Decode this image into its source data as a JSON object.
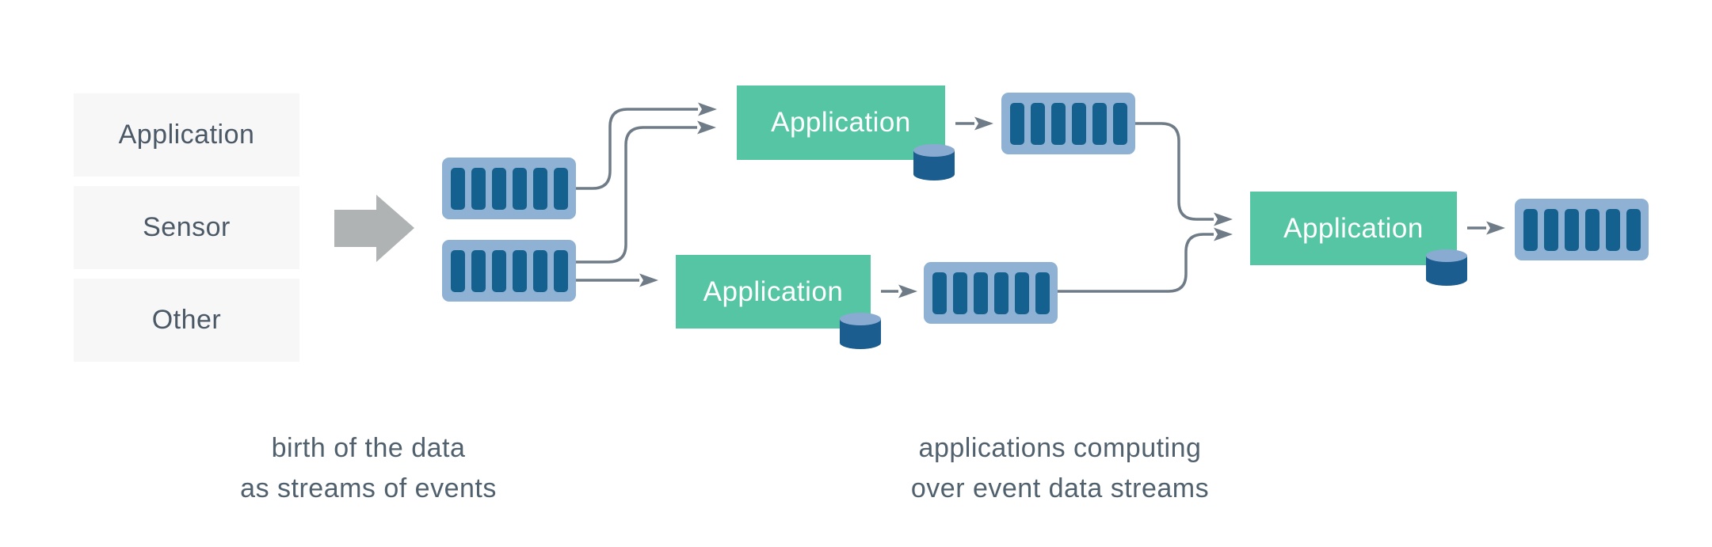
{
  "sources": {
    "items": [
      {
        "label": "Application"
      },
      {
        "label": "Sensor"
      },
      {
        "label": "Other"
      }
    ]
  },
  "apps": [
    {
      "label": "Application"
    },
    {
      "label": "Application"
    },
    {
      "label": "Application"
    }
  ],
  "captions": {
    "left": {
      "line1": "birth of the data",
      "line2": "as streams of events"
    },
    "right": {
      "line1": "applications computing",
      "line2": "over event data streams"
    }
  },
  "icons": {
    "ingest_arrow": "big-right-arrow-icon",
    "stream": "event-stream-icon",
    "database": "database-cylinder-icon",
    "connector_arrow": "flow-arrow-icon"
  },
  "colors": {
    "background": "#ffffff",
    "teal_app": "#55c5a3",
    "stream_bg": "#8fb1d4",
    "stream_bar": "#14618f",
    "cylinder_body": "#1c5d90",
    "cylinder_top": "#8aabd1",
    "big_arrow_gray": "#afb3b4",
    "connector_gray": "#6f7c87",
    "source_box_bg": "#f7f7f8",
    "text_slate": "#4b5966",
    "caption_text": "#50606d"
  }
}
